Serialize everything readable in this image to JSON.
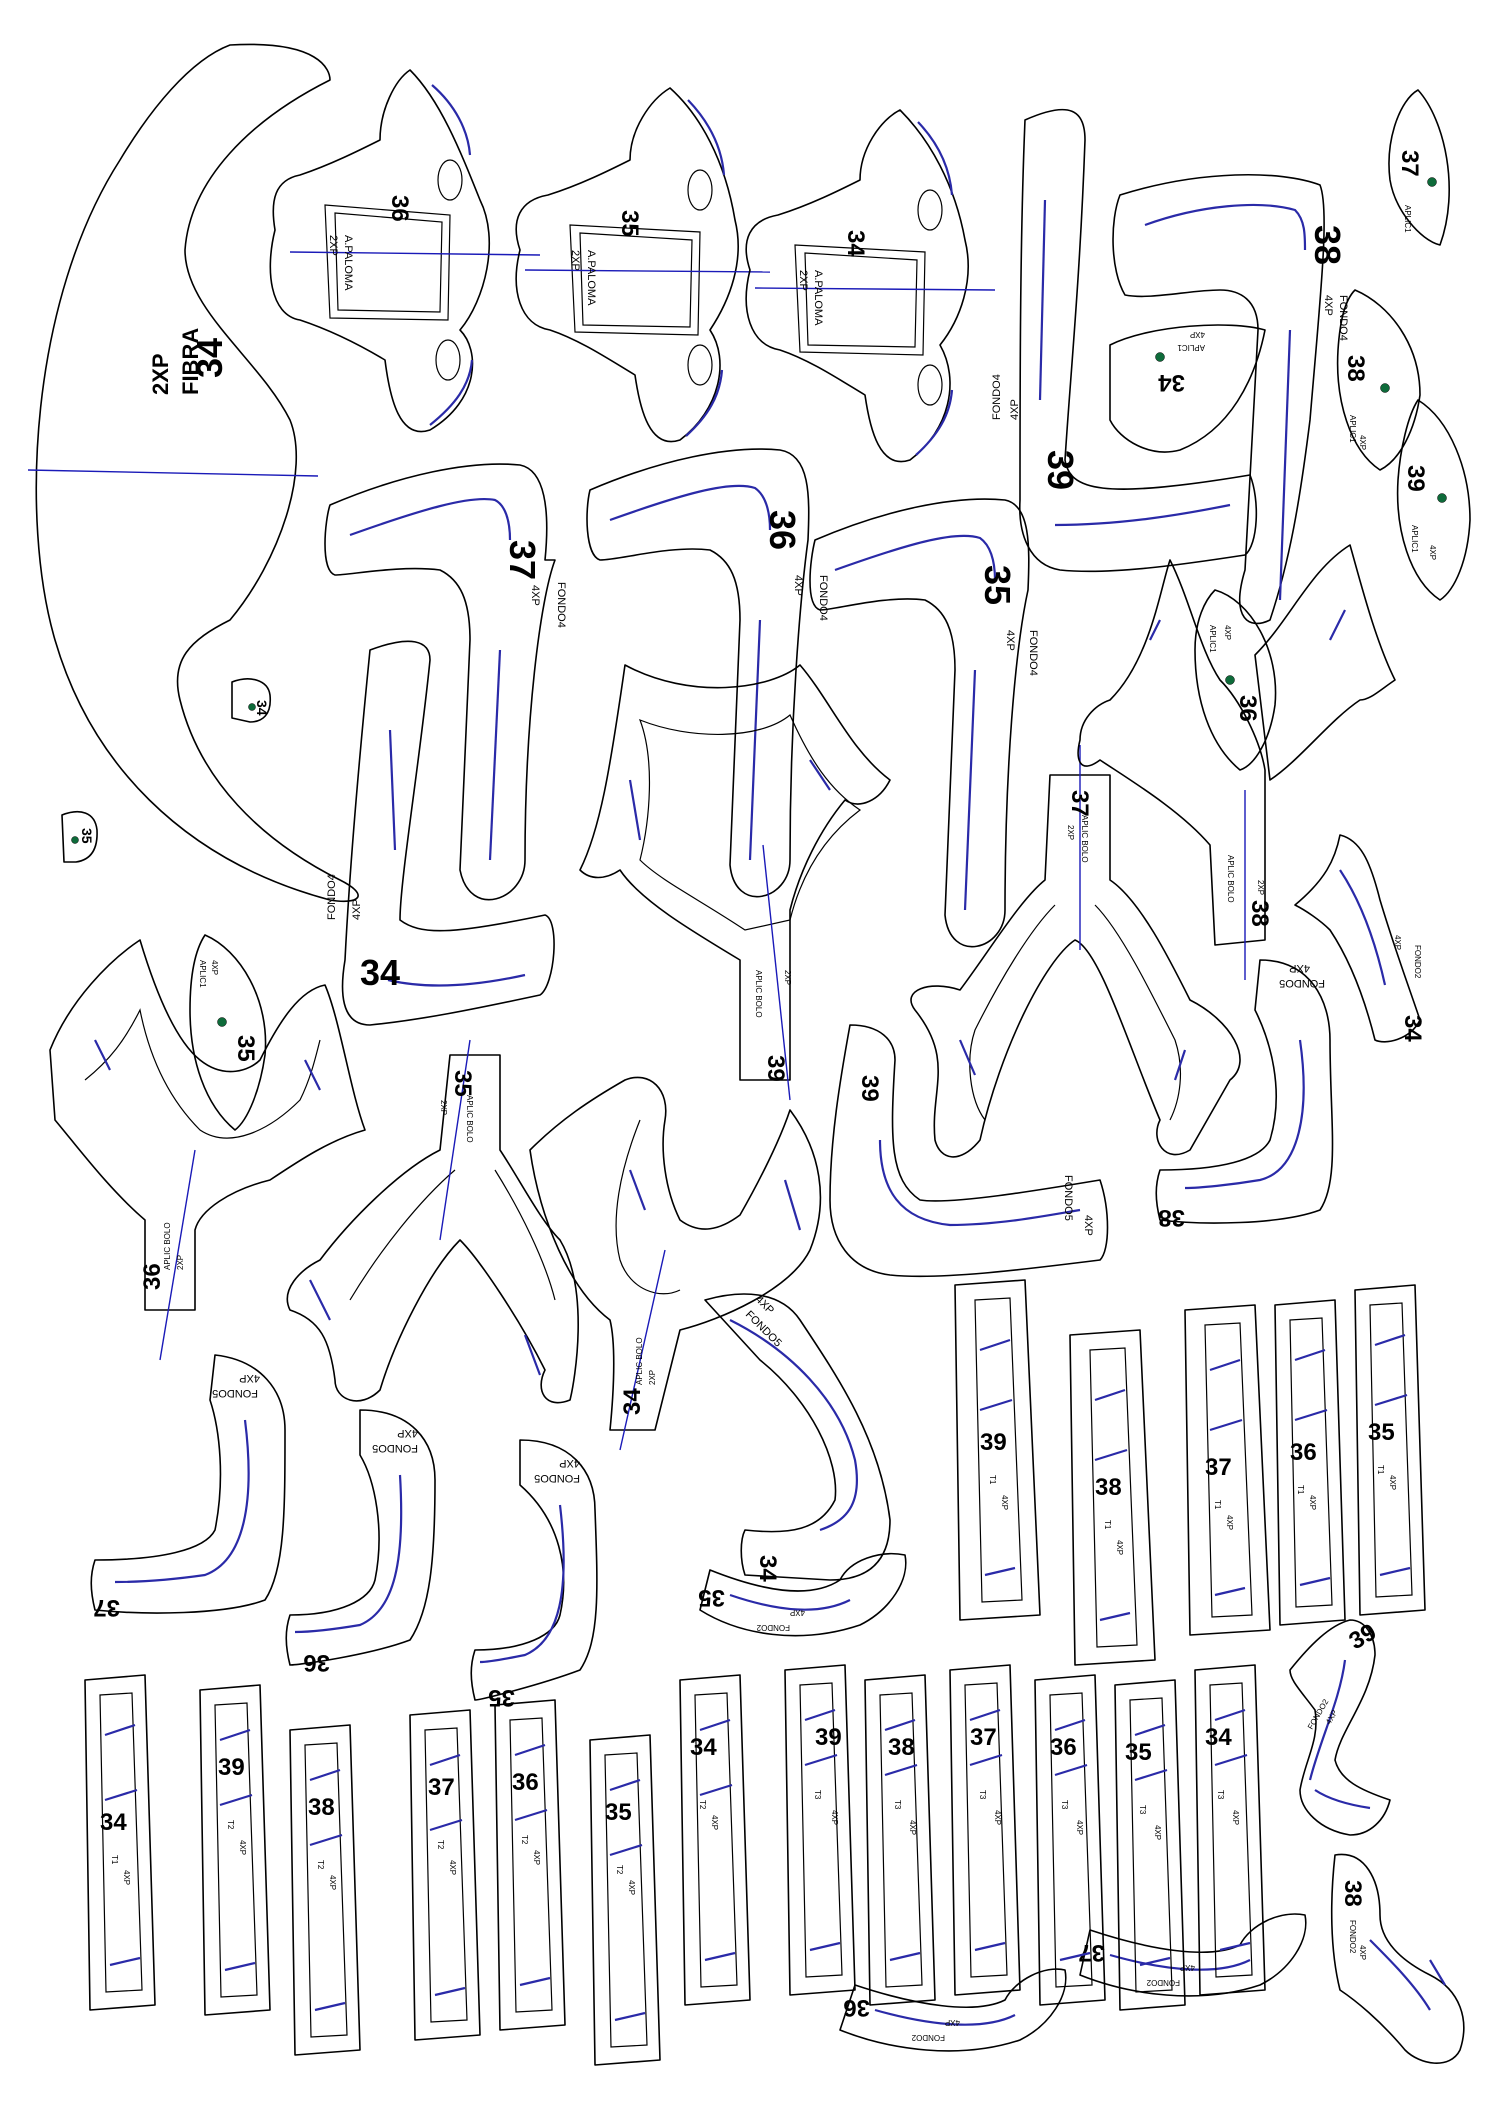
{
  "labels": {
    "fibra_size": "34",
    "fibra_name": "FIBRA",
    "fibra_qty": "2XP",
    "tongue_sizes": [
      "36",
      "35",
      "34"
    ],
    "tongue_brand": "A.PALOMA",
    "tongue_qty": "2XP",
    "fondo4_sizes": [
      "37",
      "36",
      "35",
      "34",
      "38",
      "39"
    ],
    "fondo4_name": "FONDO4",
    "qty_4xp": "4XP",
    "qty_2xp": "2XP",
    "aplic1_name": "APLIC1",
    "aplic1_sizes": [
      "34",
      "35",
      "37",
      "38",
      "39",
      "36",
      "35",
      "34"
    ],
    "aplic_bolo_name": "APLIC BOLO",
    "aplic_bolo_sizes": [
      "39",
      "37",
      "38",
      "36",
      "35",
      "34"
    ],
    "fondo5_name": "FONDO5",
    "fondo5_sizes": [
      "39",
      "38",
      "37",
      "36",
      "35",
      "34"
    ],
    "fondo2_name": "FONDO2",
    "fondo2_sizes": [
      "34",
      "35",
      "39",
      "38",
      "37",
      "36"
    ],
    "t1_name": "T1",
    "t1_sizes": [
      "39",
      "38",
      "37",
      "36",
      "35",
      "34"
    ],
    "t2_name": "T2",
    "t2_sizes": [
      "39",
      "38",
      "37",
      "36",
      "35",
      "34"
    ],
    "t3_name": "T3",
    "t3_sizes": [
      "39",
      "38",
      "37",
      "36",
      "35",
      "34"
    ]
  }
}
